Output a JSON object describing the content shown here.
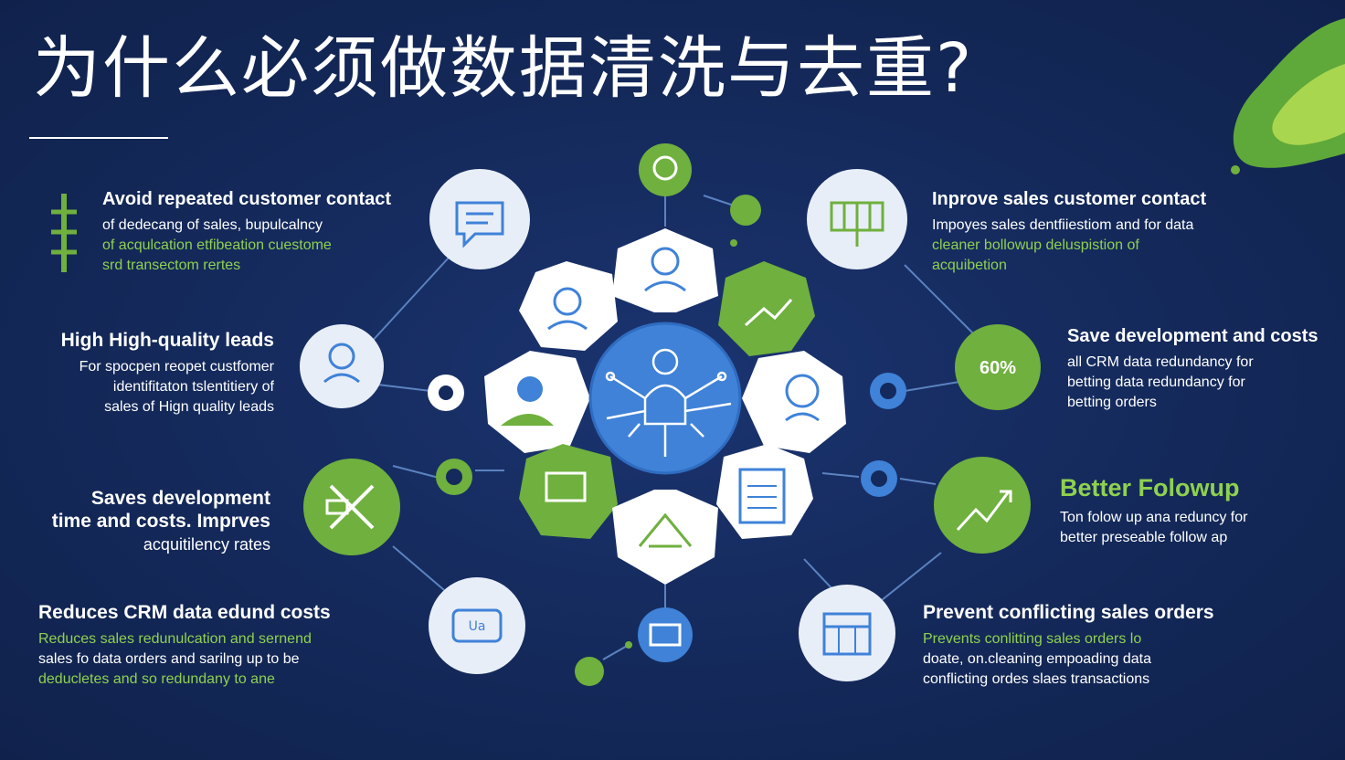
{
  "title": "为什么必须做数据清洗与去重?",
  "colors": {
    "background": "#142a5c",
    "accent_green": "#6fb03e",
    "accent_blue": "#3f82d8",
    "light_circle": "#e8eef7",
    "text_green": "#8fd14f"
  },
  "blocks": {
    "avoid_contact": {
      "heading": "Avoid repeated customer contact",
      "lines": [
        "of dedecang of sales, bupulcalncy",
        "of acqulcation etfibeation cuestome",
        "srd transectom rertes"
      ]
    },
    "high_quality": {
      "heading": "High High-quality leads",
      "lines": [
        "For spocpen reopet custfomer",
        "identifitaton tslentitiery of",
        "sales of Hign quality leads"
      ]
    },
    "saves_dev": {
      "lines": [
        "Saves development",
        "time and costs. Imprves",
        "acquitilency rates"
      ]
    },
    "reduces_crm": {
      "heading": "Reduces CRM data edund costs",
      "lines": [
        "Reduces sales redunulcation and sernend",
        "sales fo data orders and sarilng up to be",
        "deducletes and so redundany to ane"
      ]
    },
    "improve_sales": {
      "heading": "Inprove sales customer contact",
      "lines": [
        "Impoyes sales dentfiiestiom and for data",
        "cleaner bollowup deluspistion of",
        "acquibetion"
      ]
    },
    "save_dev_costs": {
      "heading": "Save development and costs",
      "lines": [
        "all CRM data redundancy for",
        "betting data redundancy for",
        "betting orders"
      ]
    },
    "better_followup": {
      "heading": "Better Folowup",
      "lines": [
        "Ton folow up ana reduncy for",
        "better preseable follow ap"
      ]
    },
    "prevent_conflict": {
      "heading": "Prevent conflicting sales orders",
      "lines": [
        "Prevents conlitting sales orders lo",
        "doate, on.cleaning empoading data",
        "conflicting ordes slaes transactions"
      ]
    }
  },
  "diagram": {
    "percent_badge": "60%",
    "icons": {
      "center": "network-person-icon",
      "speech_bubble": "speech-bubble-icon",
      "left_person": "person-icon",
      "tools": "tools-icon",
      "box": "box-icon",
      "book": "book-icon",
      "chart": "growth-chart-icon",
      "document": "document-icon",
      "calendar": "calendar-icon",
      "people": "people-icon",
      "ladder": "ladder-icon",
      "blob": "decorative-blob-icon"
    }
  }
}
